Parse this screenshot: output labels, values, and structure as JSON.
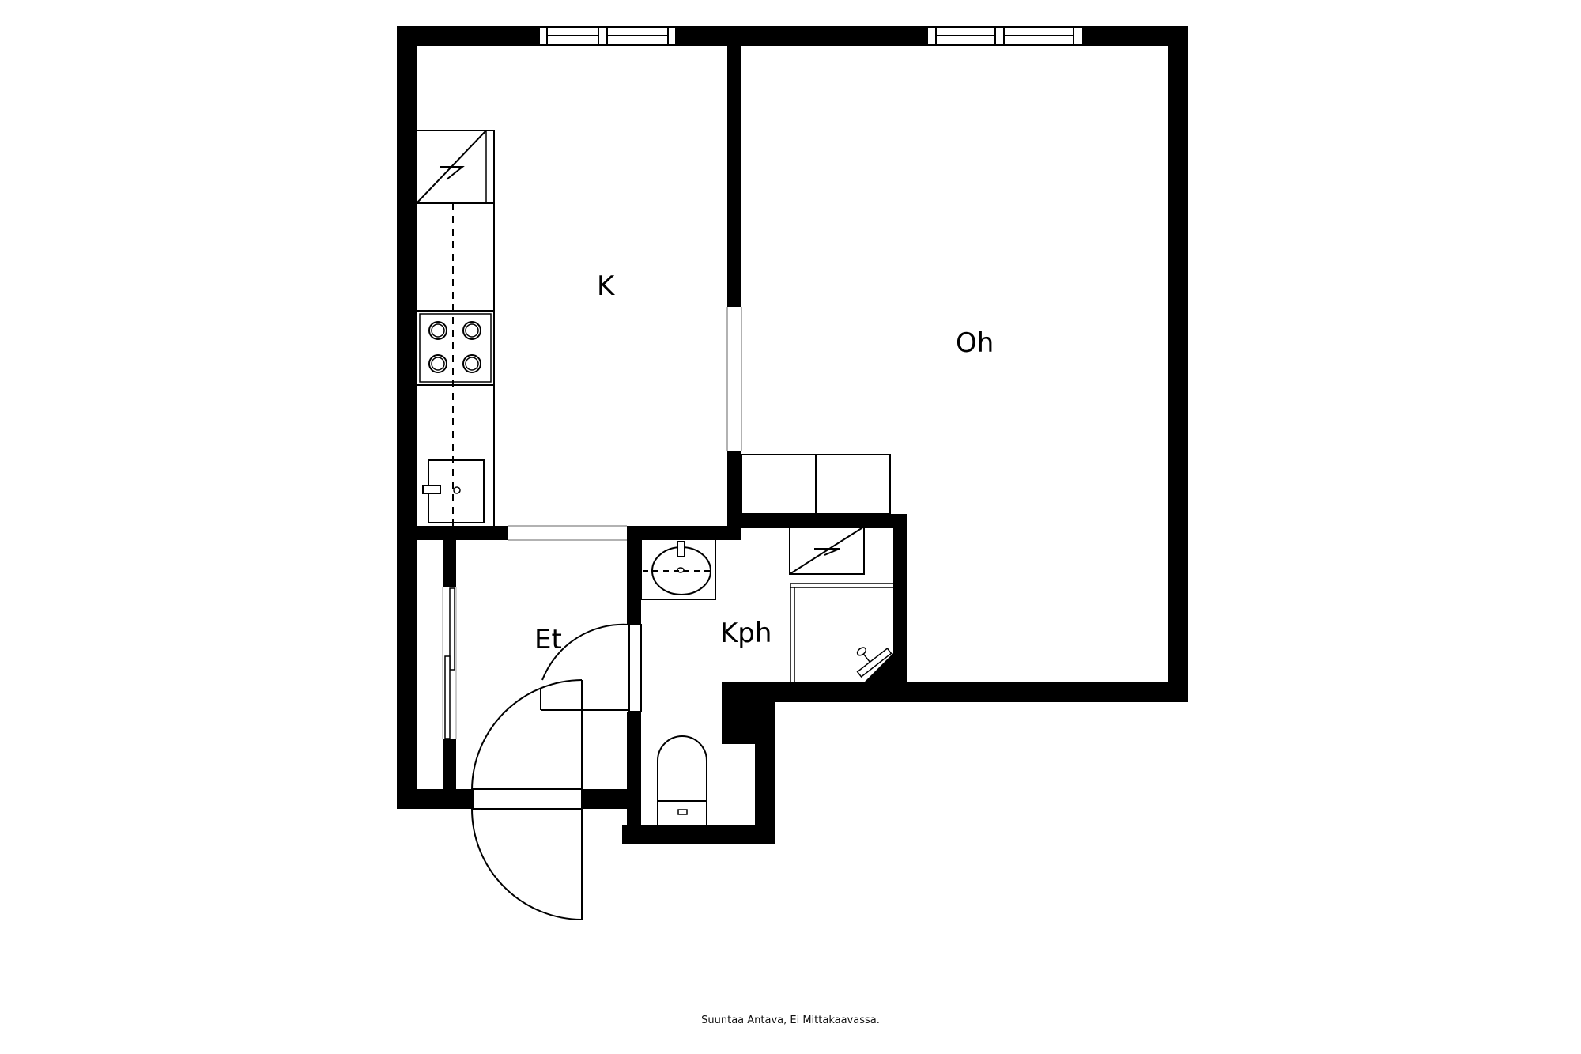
{
  "plan": {
    "background": "#ffffff",
    "wall_color": "#000000",
    "line_color": "#000000"
  },
  "rooms": [
    {
      "id": "kitchen",
      "label": "K"
    },
    {
      "id": "living-room",
      "label": "Oh"
    },
    {
      "id": "hallway",
      "label": "Et"
    },
    {
      "id": "bathroom",
      "label": "Kph"
    }
  ],
  "fixtures": [
    {
      "id": "fridge",
      "icon": "appliance-zigzag-icon"
    },
    {
      "id": "stove",
      "icon": "four-burner-stove-icon"
    },
    {
      "id": "kitchen-sink",
      "icon": "sink-icon"
    },
    {
      "id": "bathroom-sink",
      "icon": "oval-washbasin-icon"
    },
    {
      "id": "washing-machine",
      "icon": "appliance-zigzag-icon"
    },
    {
      "id": "shower",
      "icon": "shower-mixer-icon"
    },
    {
      "id": "toilet",
      "icon": "toilet-icon"
    },
    {
      "id": "wardrobe",
      "icon": "wardrobe-icon"
    }
  ],
  "footer": {
    "caption": "Suuntaa Antava, Ei Mittakaavassa."
  }
}
